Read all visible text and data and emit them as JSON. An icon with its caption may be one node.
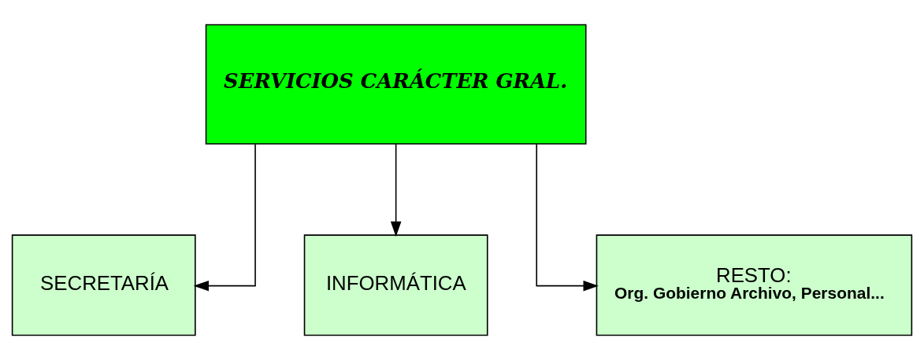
{
  "diagram": {
    "nodes": [
      {
        "text": [
          "SERVICIOS CARÁCTER GRAL."
        ]
      },
      {
        "text": [
          "SECRETARÍA"
        ]
      },
      {
        "text": [
          "INFORMÁTICA"
        ]
      },
      {
        "text": [
          "RESTO:",
          "Org. Gobierno Archivo, Personal..."
        ]
      }
    ],
    "edges": [
      {
        "from": 0,
        "to": 1,
        "arrow": "to"
      },
      {
        "from": 0,
        "to": 2,
        "arrow": "to"
      },
      {
        "from": 0,
        "to": 3,
        "arrow": "to"
      }
    ]
  }
}
